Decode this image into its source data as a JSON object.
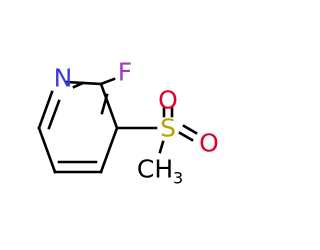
{
  "molecule": {
    "atoms": {
      "fluorine": "F",
      "nitrogen": "N",
      "sulfur": "S",
      "oxygen_top": "O",
      "oxygen_right": "O",
      "methyl_carbon": "CH",
      "methyl_subscript": "3"
    },
    "colors": {
      "bond": "#000000",
      "fluorine": "#9e3fb5",
      "nitrogen": "#3a3adf",
      "sulfur": "#b6a100",
      "oxygen": "#e0002a",
      "carbon": "#000000"
    }
  }
}
